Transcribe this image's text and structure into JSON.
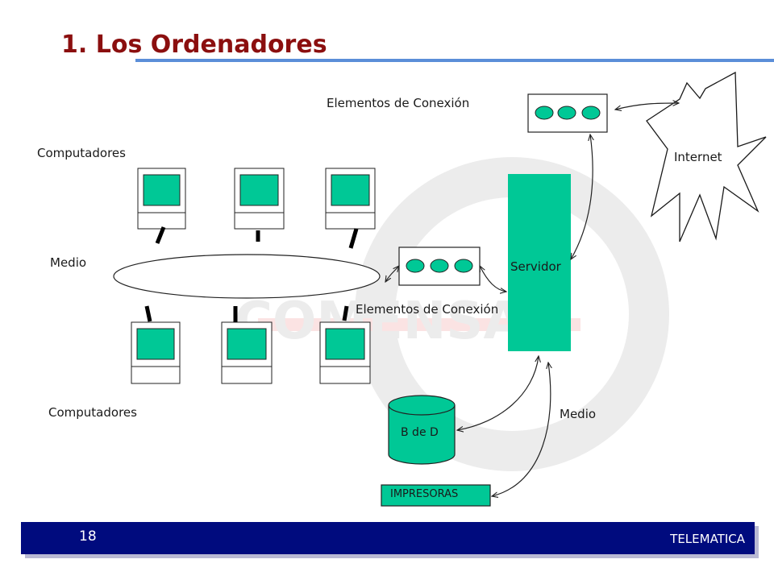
{
  "slide": {
    "title": "1. Los Ordenadores",
    "footer_number": "18",
    "footer_text": "TELEMATICA",
    "watermark": "COMENSA"
  },
  "labels": {
    "elementos_conexion_top": "Elementos de Conexión",
    "elementos_conexion_mid": "Elementos de Conexión",
    "computadores_top": "Computadores",
    "computadores_bottom": "Computadores",
    "medio_left": "Medio",
    "medio_right": "Medio",
    "internet": "Internet",
    "servidor": "Servidor",
    "base_datos": "B de D",
    "impresoras": "IMPRESORAS"
  },
  "colors": {
    "accent_green": "#00c896",
    "title_red": "#8b0f0f",
    "footer_blue": "#000b7e",
    "rule_blue": "#5b8ed8"
  }
}
